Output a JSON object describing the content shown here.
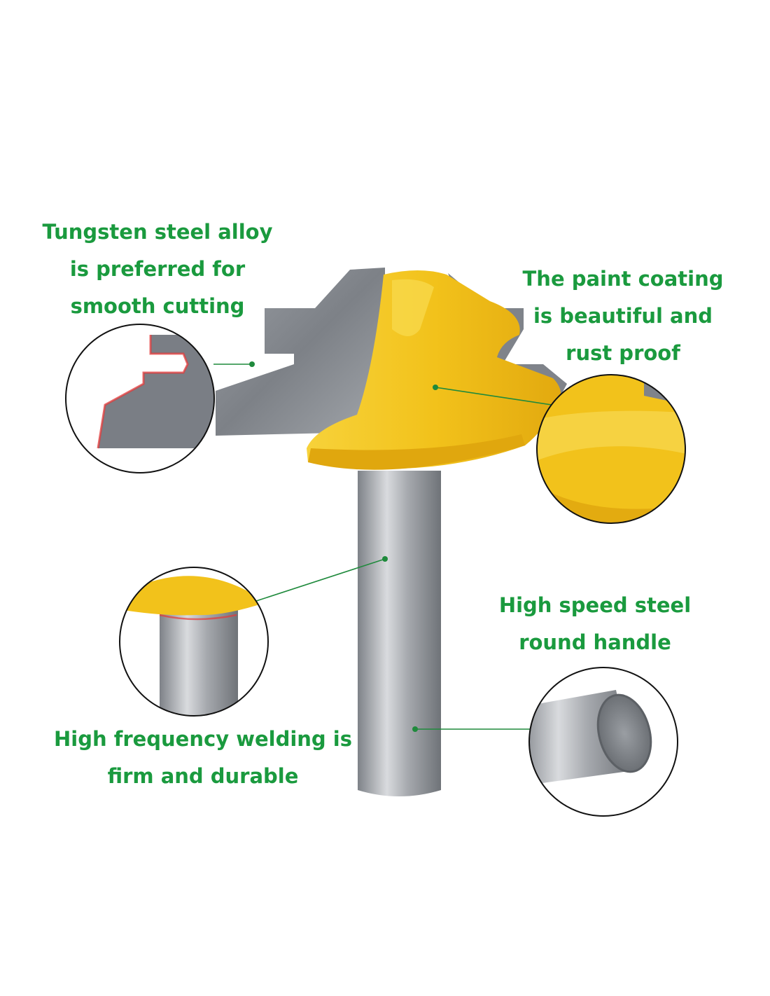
{
  "captions": {
    "tungsten": {
      "line1": "Tungsten steel alloy",
      "line2": "is preferred for",
      "line3": "smooth cutting"
    },
    "paint": {
      "line1": "The paint coating",
      "line2": "is beautiful and",
      "line3": "rust proof"
    },
    "handle": {
      "line1": "High speed steel",
      "line2": "round handle"
    },
    "welding": {
      "line1": "High frequency welding is",
      "line2": "firm and durable"
    }
  },
  "colors": {
    "caption_text": "#1a9a3e",
    "callout_line": "#1f8a3c",
    "body_yellow": "#f2c21b",
    "steel_gray": "#8e9298",
    "outline": "#111111"
  },
  "icons": [
    "router-bit-image",
    "carbide-blade-detail-circle",
    "paint-coating-detail-circle",
    "welding-joint-detail-circle",
    "shank-end-detail-circle"
  ]
}
